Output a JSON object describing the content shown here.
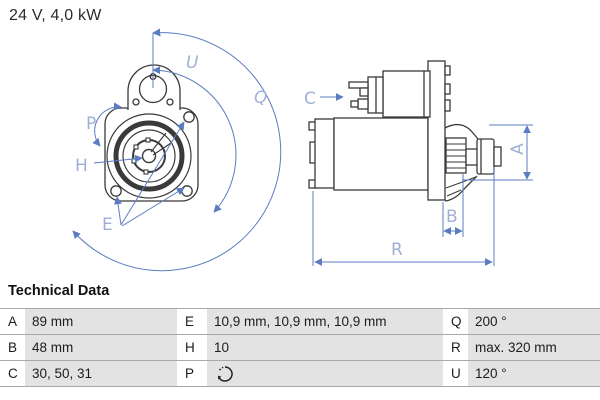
{
  "header": {
    "title": "24 V, 4,0 kW"
  },
  "diagram": {
    "description": "starter-motor technical drawing, front view and side view",
    "dimension_labels": {
      "u": "U",
      "q": "Q",
      "p": "P",
      "h": "H",
      "e": "E",
      "c": "C",
      "a": "A",
      "b": "B",
      "r": "R"
    },
    "colors": {
      "dimension_line": "#5b7cc0",
      "dimension_label": "#9fb0d6",
      "drawing": "#3a3a3a"
    }
  },
  "technical_data": {
    "title": "Technical Data",
    "rows": [
      {
        "c1": {
          "key": "A",
          "value": "89 mm"
        },
        "c2": {
          "key": "E",
          "value": "10,9 mm, 10,9 mm, 10,9 mm"
        },
        "c3": {
          "key": "Q",
          "value": "200 °"
        }
      },
      {
        "c1": {
          "key": "B",
          "value": "48 mm"
        },
        "c2": {
          "key": "H",
          "value": "10"
        },
        "c3": {
          "key": "R",
          "value": "max. 320 mm"
        }
      },
      {
        "c1": {
          "key": "C",
          "value": "30, 50, 31"
        },
        "c2": {
          "key": "P",
          "value": "",
          "value_icon": "clockwise-rotation-icon"
        },
        "c3": {
          "key": "U",
          "value": "120 °"
        }
      }
    ],
    "colors": {
      "value_cell_bg": "#e3e3e3",
      "border": "#a9a9a9"
    }
  }
}
